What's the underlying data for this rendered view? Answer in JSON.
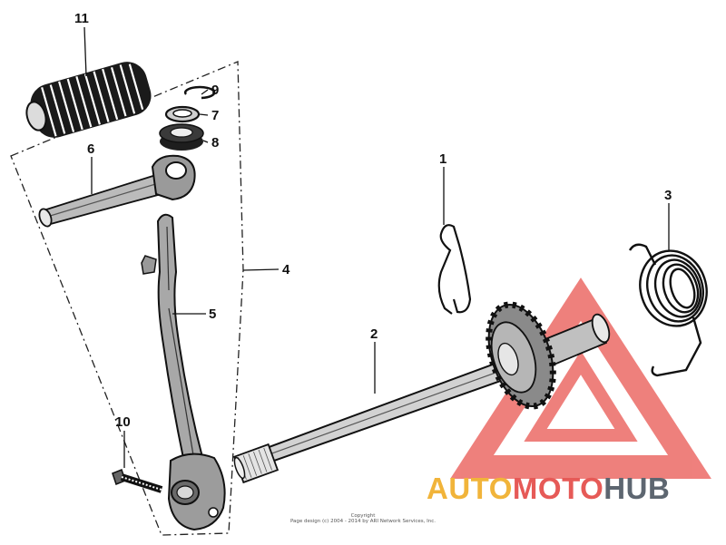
{
  "callouts": {
    "c1": "1",
    "c2": "2",
    "c3": "3",
    "c4": "4",
    "c5": "5",
    "c6": "6",
    "c7": "7",
    "c8": "8",
    "c9": "9",
    "c10": "10",
    "c11": "11"
  },
  "copyright": {
    "line1": "Copyright",
    "line2": "Page design (c) 2004 - 2014 by ARI Network Services, Inc."
  },
  "watermark": {
    "part1": "AUTO",
    "part2": "MOTO",
    "part3": "HUB",
    "colors": {
      "auto": "#f1b43a",
      "moto": "#e65a57",
      "hub": "#5d6670",
      "triangle": "#e8504f"
    }
  }
}
